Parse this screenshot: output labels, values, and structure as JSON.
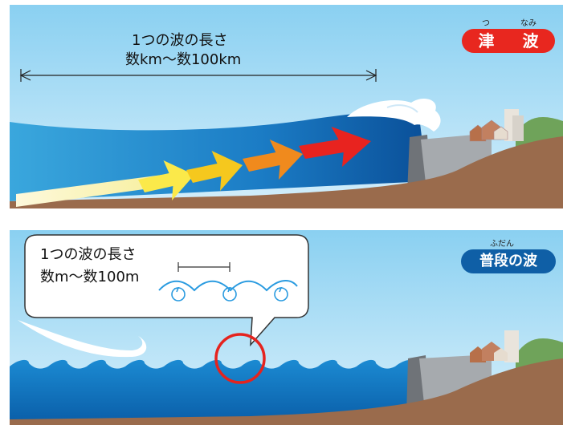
{
  "tsunami": {
    "length_line1": "1つの波の長さ",
    "length_line2": "数km〜数100km",
    "badge": "津 波",
    "ruby_tsu": "つ",
    "ruby_nami": "なみ"
  },
  "normal": {
    "length_line1": "1つの波の長さ",
    "length_line2": "数m〜数100m",
    "badge": "普段の波",
    "ruby": "ふだん"
  },
  "colors": {
    "sky_top": "#7cc9ee",
    "sea_dark": "#0a5ea8",
    "ground": "#9a6b4c",
    "seawall": "#8f9398",
    "badge_tsunami": "#e8271f",
    "badge_normal": "#0f5fa6",
    "arrow_colors": [
      "#fbf5c0",
      "#fbe94a",
      "#f5c81e",
      "#f08a1d",
      "#e8231f"
    ],
    "circle": "#e5231e"
  }
}
